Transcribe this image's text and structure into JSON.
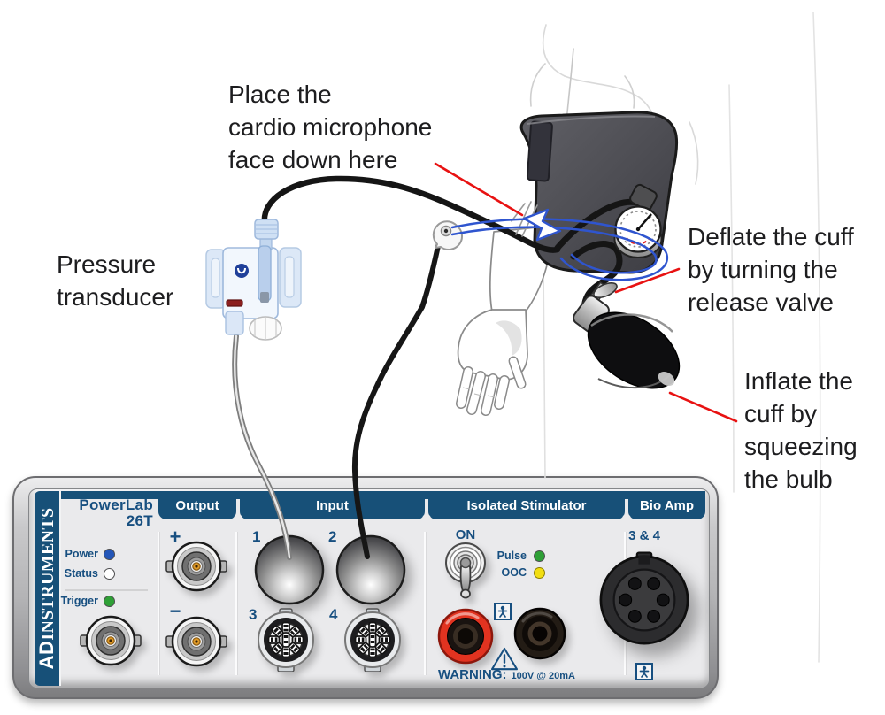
{
  "annotations": {
    "place_mic": {
      "lines": [
        "Place the",
        "cardio microphone",
        "face down here"
      ]
    },
    "pressure_transducer": {
      "lines": [
        "Pressure",
        "transducer"
      ]
    },
    "deflate_cuff": {
      "lines": [
        "Deflate the cuff",
        "by turning the",
        "release valve"
      ]
    },
    "inflate_cuff": {
      "lines": [
        "Inflate the",
        "cuff by",
        "squeezing",
        "the bulb"
      ]
    }
  },
  "device": {
    "brand_bold": "AD",
    "brand_rest": "INSTRUMENTS",
    "model_line1": "PowerLab",
    "model_line2": "26T",
    "tabs": {
      "output": "Output",
      "input": "Input",
      "stimulator": "Isolated Stimulator",
      "bioamp": "Bio Amp"
    },
    "indicators": {
      "power": "Power",
      "status": "Status",
      "trigger": "Trigger"
    },
    "output": {
      "plus": "+",
      "minus": "−"
    },
    "input": {
      "ch1": "1",
      "ch2": "2",
      "ch3": "3",
      "ch4": "4"
    },
    "stimulator": {
      "on": "ON",
      "pulse": "Pulse",
      "ooc": "OOC",
      "warning_label": "WARNING:",
      "warning_value": "100V @ 20mA"
    },
    "bioamp": {
      "channels": "3 & 4"
    }
  },
  "icons": {
    "body_protection": "person-in-square",
    "warning": "exclamation-triangle"
  },
  "colors": {
    "panel_blue": "#175078",
    "label_blue": "#174f80",
    "led_power": "#2456b8",
    "led_status": "#ffffff",
    "led_trigger": "#2fa036",
    "led_pulse": "#2fa036",
    "led_ooc": "#f2de12",
    "leader_red": "#e81212",
    "arrow_blue": "#2f55cf"
  }
}
